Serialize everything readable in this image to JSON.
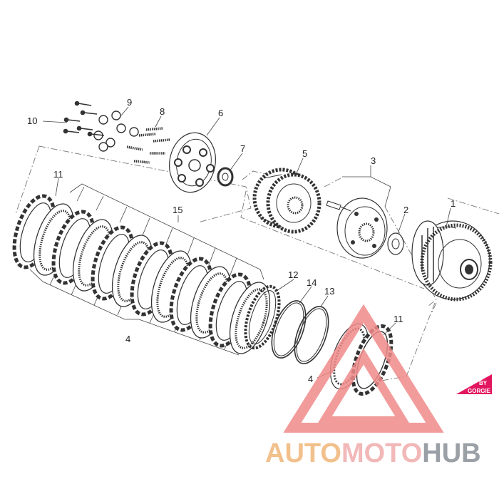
{
  "callouts": {
    "c1": "1",
    "c2": "2",
    "c3": "3",
    "c4a": "4",
    "c4b": "4",
    "c5": "5",
    "c6": "6",
    "c7": "7",
    "c8": "8",
    "c9": "9",
    "c10": "10",
    "c11a": "11",
    "c11b": "11",
    "c12": "12",
    "c13": "13",
    "c14": "14",
    "c15": "15"
  },
  "watermark": {
    "part1": "AUTO",
    "part2": "MOTO",
    "part3": "HUB",
    "badge_line1": "BY",
    "badge_line2": "GORGIE"
  },
  "colors": {
    "line": "#333333",
    "watermark_orange": "#f2c08c",
    "watermark_red": "#f08a8a",
    "watermark_gray": "#9aa0a6",
    "badge": "#e2165e"
  }
}
